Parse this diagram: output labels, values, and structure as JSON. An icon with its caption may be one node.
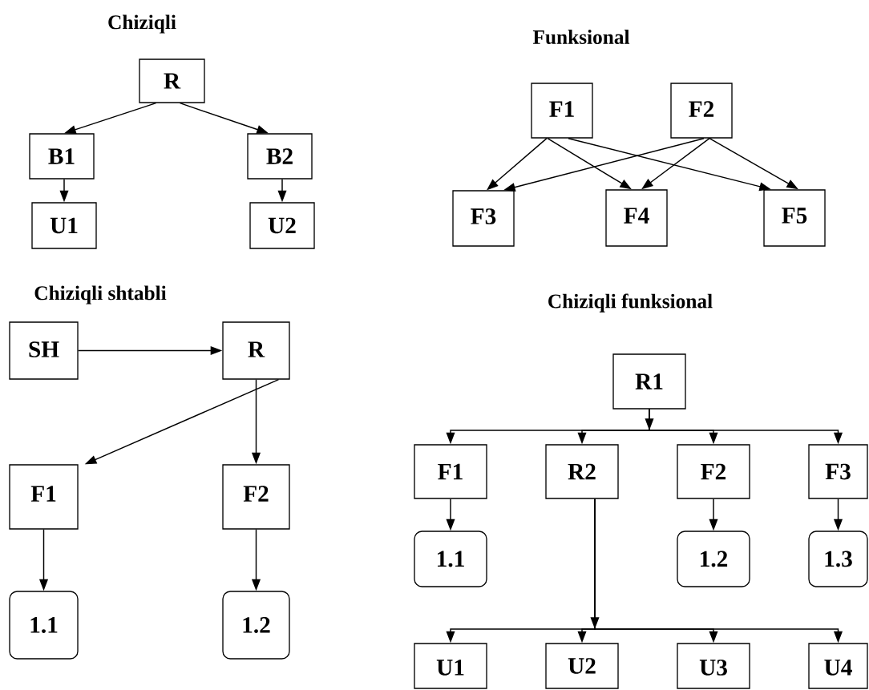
{
  "diagram": {
    "nodes": [
      {
        "text": [
          "R"
        ]
      },
      {
        "text": [
          "B1"
        ]
      },
      {
        "text": [
          "B2"
        ]
      },
      {
        "text": [
          "U1"
        ]
      },
      {
        "text": [
          "U2"
        ]
      },
      {
        "text": [
          "F1"
        ]
      },
      {
        "text": [
          "F2"
        ]
      },
      {
        "text": [
          "F3"
        ]
      },
      {
        "text": [
          "F4"
        ]
      },
      {
        "text": [
          "F5"
        ]
      },
      {
        "text": [
          "SH"
        ]
      },
      {
        "text": [
          "R"
        ]
      },
      {
        "text": [
          "F1"
        ]
      },
      {
        "text": [
          "F2"
        ]
      },
      {
        "text": [
          "1.1"
        ]
      },
      {
        "text": [
          "1.2"
        ]
      },
      {
        "text": [
          "R1"
        ]
      },
      {
        "text": [
          "F1"
        ]
      },
      {
        "text": [
          "R2"
        ]
      },
      {
        "text": [
          "F2"
        ]
      },
      {
        "text": [
          "F3"
        ]
      },
      {
        "text": [
          "1.1"
        ]
      },
      {
        "text": [
          "1.2"
        ]
      },
      {
        "text": [
          "1.3"
        ]
      },
      {
        "text": [
          "U1"
        ]
      },
      {
        "text": [
          "U2"
        ]
      },
      {
        "text": [
          "U3"
        ]
      },
      {
        "text": [
          "U4"
        ]
      }
    ],
    "edges": [
      {
        "from": 0,
        "to": 1,
        "arrow": "to"
      },
      {
        "from": 0,
        "to": 2,
        "arrow": "to"
      },
      {
        "from": 1,
        "to": 3,
        "arrow": "to"
      },
      {
        "from": 2,
        "to": 4,
        "arrow": "to"
      },
      {
        "from": 5,
        "to": 7,
        "arrow": "to"
      },
      {
        "from": 5,
        "to": 8,
        "arrow": "to"
      },
      {
        "from": 5,
        "to": 9,
        "arrow": "to"
      },
      {
        "from": 6,
        "to": 7,
        "arrow": "to"
      },
      {
        "from": 6,
        "to": 8,
        "arrow": "to"
      },
      {
        "from": 6,
        "to": 9,
        "arrow": "to"
      },
      {
        "from": 10,
        "to": 11,
        "arrow": "to"
      },
      {
        "from": 11,
        "to": 12,
        "arrow": "to"
      },
      {
        "from": 11,
        "to": 13,
        "arrow": "to"
      },
      {
        "from": 12,
        "to": 14,
        "arrow": "to"
      },
      {
        "from": 13,
        "to": 15,
        "arrow": "to"
      },
      {
        "from": 16,
        "to": 17,
        "arrow": "to"
      },
      {
        "from": 16,
        "to": 18,
        "arrow": "to"
      },
      {
        "from": 16,
        "to": 19,
        "arrow": "to"
      },
      {
        "from": 16,
        "to": 20,
        "arrow": "to"
      },
      {
        "from": 17,
        "to": 21,
        "arrow": "to"
      },
      {
        "from": 19,
        "to": 22,
        "arrow": "to"
      },
      {
        "from": 20,
        "to": 23,
        "arrow": "to"
      },
      {
        "from": 18,
        "to": 24,
        "arrow": "to"
      },
      {
        "from": 18,
        "to": 25,
        "arrow": "to"
      },
      {
        "from": 18,
        "to": 26,
        "arrow": "to"
      },
      {
        "from": 18,
        "to": 27,
        "arrow": "to"
      }
    ],
    "labels": [
      "Chiziqli",
      "Funksional",
      "Chiziqli shtabli",
      "Chiziqli funksional"
    ]
  }
}
